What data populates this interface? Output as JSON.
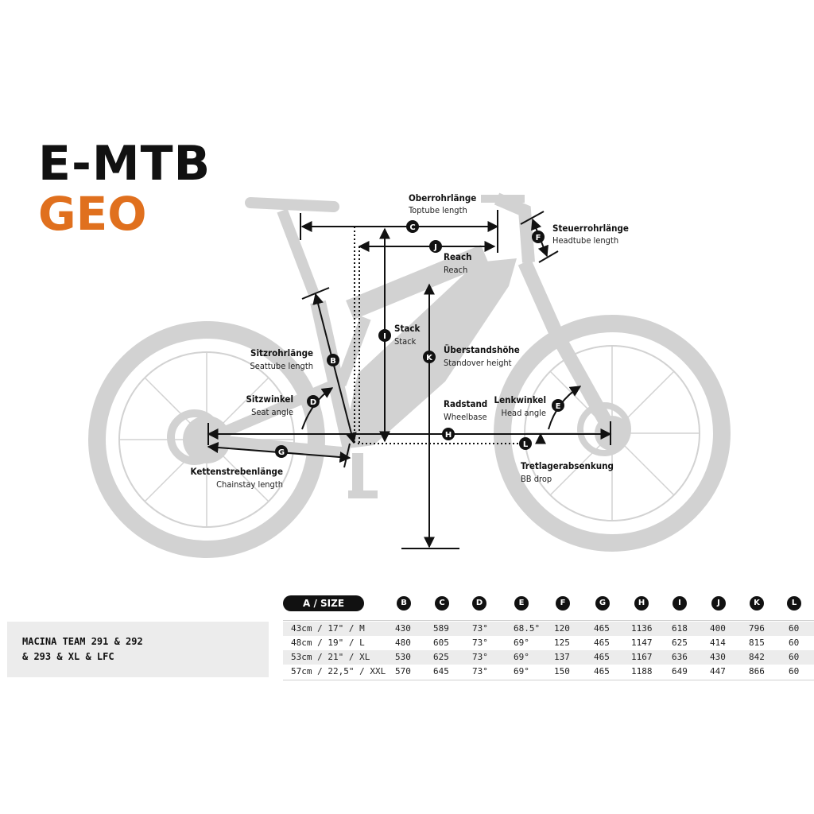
{
  "title": {
    "line1": "E-MTB",
    "line2": "GEO"
  },
  "labels": {
    "oberrohr": {
      "de": "Oberrohrlänge",
      "en": "Toptube length",
      "badge": "C"
    },
    "reach": {
      "de": "Reach",
      "en": "Reach",
      "badge": "J"
    },
    "steuerrohr": {
      "de": "Steuerrohrlänge",
      "en": "Headtube length",
      "badge": "F"
    },
    "stack": {
      "de": "Stack",
      "en": "Stack",
      "badge": "I"
    },
    "ueberstand": {
      "de": "Überstandshöhe",
      "en": "Standover height",
      "badge": "K"
    },
    "sitzrohr": {
      "de": "Sitzrohrlänge",
      "en": "Seattube length",
      "badge": "B"
    },
    "sitzwinkel": {
      "de": "Sitzwinkel",
      "en": "Seat angle",
      "badge": "D"
    },
    "radstand": {
      "de": "Radstand",
      "en": "Wheelbase",
      "badge": "H"
    },
    "lenkwinkel": {
      "de": "Lenkwinkel",
      "en": "Head angle",
      "badge": "E"
    },
    "kettenstrebe": {
      "de": "Kettenstrebenlänge",
      "en": "Chainstay length",
      "badge": "G"
    },
    "tretlager": {
      "de": "Tretlagerabsenkung",
      "en": "BB drop",
      "badge": "L"
    }
  },
  "model": {
    "line1": "MACINA TEAM 291 & 292",
    "line2": "& 293 & XL & LFC"
  },
  "table": {
    "size_header": "A / SIZE",
    "columns": [
      "B",
      "C",
      "D",
      "E",
      "F",
      "G",
      "H",
      "I",
      "J",
      "K",
      "L"
    ],
    "rows": [
      {
        "size": "43cm / 17\" / M",
        "values": [
          "430",
          "589",
          "73°",
          "68.5°",
          "120",
          "465",
          "1136",
          "618",
          "400",
          "796",
          "60"
        ]
      },
      {
        "size": "48cm / 19\" / L",
        "values": [
          "480",
          "605",
          "73°",
          "69°",
          "125",
          "465",
          "1147",
          "625",
          "414",
          "815",
          "60"
        ]
      },
      {
        "size": "53cm / 21\" / XL",
        "values": [
          "530",
          "625",
          "73°",
          "69°",
          "137",
          "465",
          "1167",
          "636",
          "430",
          "842",
          "60"
        ]
      },
      {
        "size": "57cm / 22,5\" / XXL",
        "values": [
          "570",
          "645",
          "73°",
          "69°",
          "150",
          "465",
          "1188",
          "649",
          "447",
          "866",
          "60"
        ]
      }
    ]
  }
}
